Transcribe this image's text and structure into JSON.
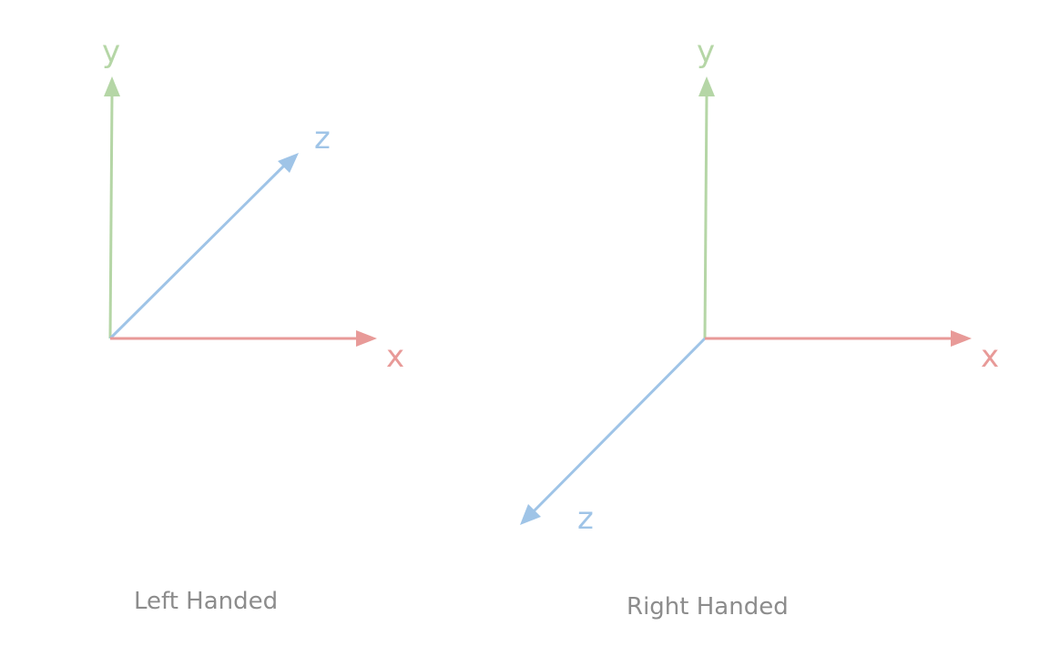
{
  "colors": {
    "x_axis": "#e89a98",
    "y_axis": "#b5d6a6",
    "z_axis": "#9fc4e7",
    "caption": "#8c8c8c",
    "background": "#ffffff"
  },
  "left_system": {
    "caption": "Left Handed",
    "x_label": "x",
    "y_label": "y",
    "z_label": "z",
    "z_direction": "into the page (up-right)"
  },
  "right_system": {
    "caption": "Right Handed",
    "x_label": "x",
    "y_label": "y",
    "z_label": "z",
    "z_direction": "out of the page (down-left)"
  }
}
